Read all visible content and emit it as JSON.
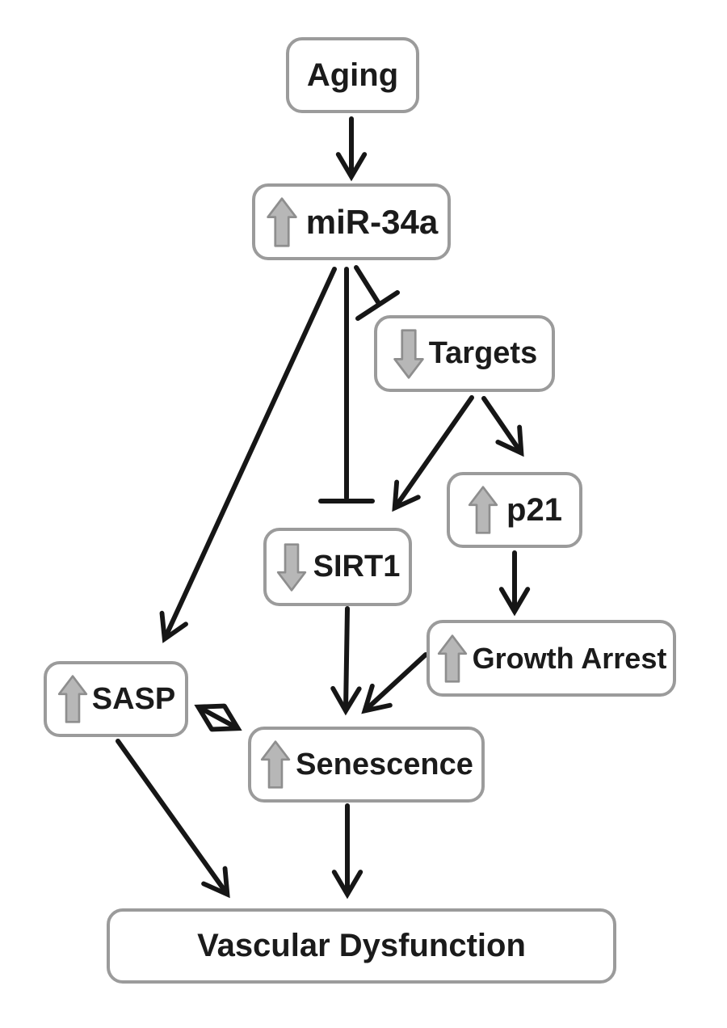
{
  "diagram": {
    "type": "pathway-flowchart",
    "nodes": [
      {
        "id": "aging",
        "label": "Aging",
        "indicator": "none"
      },
      {
        "id": "mir34a",
        "label": "miR-34a",
        "indicator": "up"
      },
      {
        "id": "targets",
        "label": "Targets",
        "indicator": "down"
      },
      {
        "id": "p21",
        "label": "p21",
        "indicator": "up"
      },
      {
        "id": "sirt1",
        "label": "SIRT1",
        "indicator": "down"
      },
      {
        "id": "growth_arrest",
        "label": "Growth Arrest",
        "indicator": "up"
      },
      {
        "id": "sasp",
        "label": "SASP",
        "indicator": "up"
      },
      {
        "id": "senescence",
        "label": "Senescence",
        "indicator": "up"
      },
      {
        "id": "vascular_dysfunction",
        "label": "Vascular Dysfunction",
        "indicator": "none"
      }
    ],
    "edges": [
      {
        "from": "Aging",
        "to": "miR-34a",
        "type": "activation"
      },
      {
        "from": "miR-34a",
        "to": "SASP",
        "type": "activation"
      },
      {
        "from": "miR-34a",
        "to": "SIRT1",
        "type": "inhibition"
      },
      {
        "from": "miR-34a",
        "to": "Targets",
        "type": "inhibition"
      },
      {
        "from": "Targets",
        "to": "SIRT1",
        "type": "activation"
      },
      {
        "from": "Targets",
        "to": "p21",
        "type": "activation"
      },
      {
        "from": "p21",
        "to": "Growth Arrest",
        "type": "activation"
      },
      {
        "from": "SIRT1",
        "to": "Senescence",
        "type": "activation"
      },
      {
        "from": "Growth Arrest",
        "to": "Senescence",
        "type": "activation"
      },
      {
        "from": "SASP",
        "to": "Senescence",
        "type": "bidirectional"
      },
      {
        "from": "SASP",
        "to": "Vascular Dysfunction",
        "type": "activation"
      },
      {
        "from": "Senescence",
        "to": "Vascular Dysfunction",
        "type": "activation"
      }
    ],
    "colors": {
      "background": "#ffffff",
      "box_border": "#9b9b9b",
      "box_fill": "#ffffff",
      "label_text": "#1b1b1b",
      "connector": "#161616",
      "indicator_fill": "#b7b7b7",
      "indicator_stroke": "#8e8e8e"
    }
  }
}
